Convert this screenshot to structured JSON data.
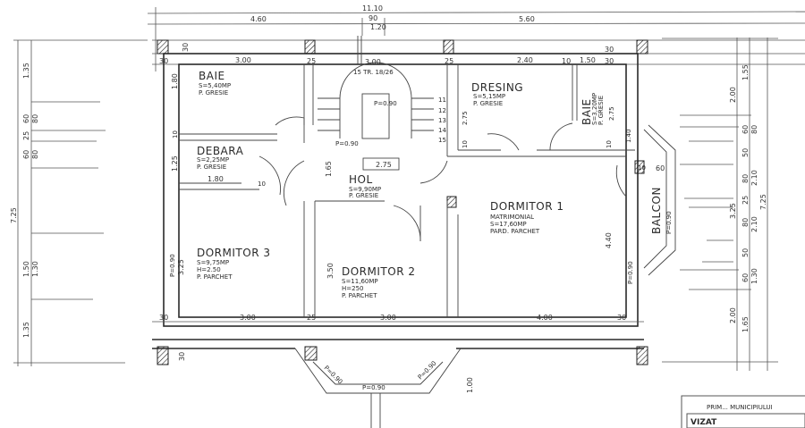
{
  "plan": {
    "rooms": [
      {
        "name": "BAIE",
        "area": "S=5,40MP",
        "floor": "P. GRESIE"
      },
      {
        "name": "DEBARA",
        "area": "S=2,25MP",
        "floor": "P. GRESIE"
      },
      {
        "name": "HOL",
        "area": "S=9,90MP",
        "floor": "P. GRESIE",
        "level": "2.75"
      },
      {
        "name": "DRESING",
        "area": "S=5,15MP",
        "floor": "P. GRESIE"
      },
      {
        "name": "BAIE",
        "area": "S=3,20MP",
        "floor": "P. GRESIE"
      },
      {
        "name": "DORMITOR 1",
        "subtitle": "MATRIMONIAL",
        "area": "S=17,60MP",
        "floor": "PARD. PARCHET"
      },
      {
        "name": "DORMITOR 2",
        "area": "S=11,60MP",
        "height": "H=250",
        "floor": "P. PARCHET"
      },
      {
        "name": "DORMITOR 3",
        "area": "S=9,75MP",
        "height": "H=2.50",
        "floor": "P. PARCHET"
      },
      {
        "name": "BALCON",
        "parapet": "P=0.90"
      }
    ],
    "stairs": {
      "label": "15 TR. 18/26",
      "width": "3.00",
      "steps": [
        "11",
        "12",
        "13",
        "14",
        "15"
      ],
      "parapet": "P=0.90",
      "parapet2": "P=0.90"
    },
    "dims_top": {
      "overall": "11.10",
      "left": "4.60",
      "mid": "90",
      "mid2": "1.20",
      "right": "5.60",
      "row": [
        "30",
        "3.00",
        "25",
        "25",
        "2.40",
        "10",
        "1.50",
        "30"
      ],
      "wall_left": "30",
      "wall_right": "30"
    },
    "dims_left": {
      "overall": "7.25",
      "segments": [
        "1.35",
        "60",
        "80",
        "25",
        "60",
        "80",
        "1.50",
        "1.30",
        "1.35"
      ]
    },
    "dims_left_inner": [
      "1.80",
      "10",
      "1.25",
      "1.80",
      "10",
      "1.65",
      "3.50",
      "P=0.90",
      "3.25",
      "30"
    ],
    "dims_right_inner": [
      "2.75",
      "2.75",
      "10",
      "10",
      "1.40",
      "10",
      "60",
      "4.40",
      "P=0.90"
    ],
    "dims_right": {
      "a": [
        "2.00",
        "3.25",
        "2.00"
      ],
      "b": [
        "1.55",
        "60",
        "80",
        "50",
        "80",
        "2.10",
        "25",
        "80",
        "2.10",
        "50",
        "60",
        "1.30",
        "1.65"
      ],
      "overall": "7.25"
    },
    "dims_bottom": [
      "30",
      "3.00",
      "25",
      "3.00",
      "4.00",
      "30",
      "P=0.90",
      "P=0.90",
      "P=0.90",
      "1.00"
    ],
    "stamp": {
      "line1": "PRIM... MUNICIPIULUI",
      "line2": "VIZAT"
    }
  }
}
